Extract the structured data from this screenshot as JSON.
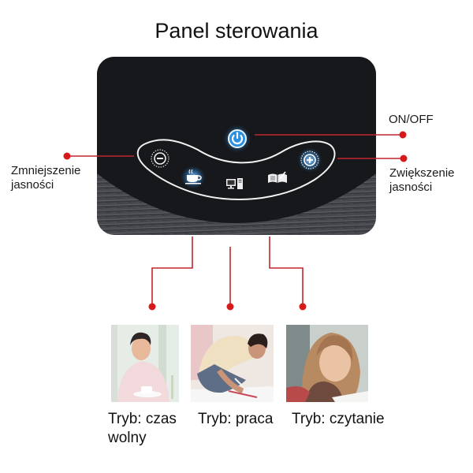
{
  "title": "Panel sterowania",
  "callouts": {
    "on_off": "ON/OFF",
    "decrease": {
      "line1": "Zmniejszenie",
      "line2": "jasności"
    },
    "increase": {
      "line1": "Zwiększenie",
      "line2": "jasności"
    }
  },
  "panel": {
    "buttons": [
      {
        "name": "power-button",
        "icon": "power-icon",
        "lit": true
      },
      {
        "name": "decrease-brightness-button",
        "icon": "minus-icon",
        "lit": false
      },
      {
        "name": "increase-brightness-button",
        "icon": "plus-icon",
        "lit": true
      },
      {
        "name": "leisure-mode-button",
        "icon": "coffee-cup-icon",
        "lit": true
      },
      {
        "name": "work-mode-button",
        "icon": "computer-icon",
        "lit": false
      },
      {
        "name": "reading-mode-button",
        "icon": "book-icon",
        "lit": false
      }
    ]
  },
  "modes": [
    {
      "line1": "Tryb: czas",
      "line2": "wolny",
      "photo": "woman-with-coffee-photo"
    },
    {
      "line1": "Tryb: praca",
      "line2": "",
      "photo": "man-drawing-photo"
    },
    {
      "line1": "Tryb: czytanie",
      "line2": "",
      "photo": "girl-reading-photo"
    }
  ],
  "colors": {
    "leader": "#c0272d",
    "dot": "#d7191c",
    "glow": "#4aa8ff"
  }
}
